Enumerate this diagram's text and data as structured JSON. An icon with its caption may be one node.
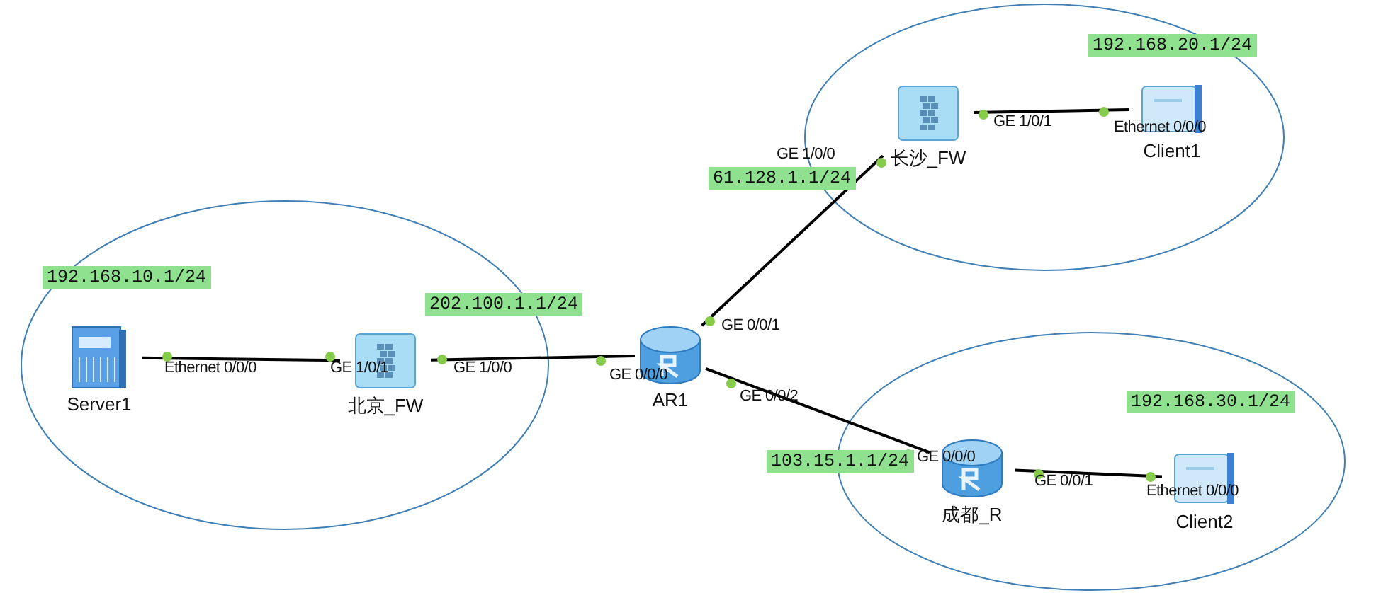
{
  "diagram": {
    "nodes": [
      {
        "text": [],
        "shape": "ellipse"
      },
      {
        "text": [
          "长沙_FW"
        ],
        "in": 0
      },
      {
        "text": [
          "Client1"
        ],
        "in": 0
      },
      {
        "text": [],
        "shape": "ellipse"
      },
      {
        "text": [
          "Server1"
        ],
        "in": 3
      },
      {
        "text": [
          "北京_FW"
        ],
        "in": 3
      },
      {
        "text": [
          "AR1"
        ]
      },
      {
        "text": [],
        "shape": "ellipse"
      },
      {
        "text": [
          "成都_R"
        ],
        "in": 7
      },
      {
        "text": [
          "Client2"
        ],
        "in": 7
      }
    ],
    "edges": [
      {
        "from": 4,
        "to": 5,
        "arrow": "none"
      },
      {
        "from": 5,
        "to": 6,
        "arrow": "none"
      },
      {
        "from": 6,
        "to": 1,
        "arrow": "none"
      },
      {
        "from": 1,
        "to": 2,
        "arrow": "none"
      },
      {
        "from": 6,
        "to": 8,
        "arrow": "none"
      },
      {
        "from": 8,
        "to": 9,
        "arrow": "none"
      }
    ],
    "labels": [
      "192.168.20.1/24",
      "GE 1/0/1",
      "Ethernet 0/0/0",
      "GE 1/0/0",
      "61.128.1.1/24",
      "192.168.10.1/24",
      "202.100.1.1/24",
      "GE 0/0/1",
      "Ethernet 0/0/0",
      "GE 1/0/1",
      "GE 1/0/0",
      "GE 0/0/0",
      "GE 0/0/2",
      "192.168.30.1/24",
      "103.15.1.1/24",
      "GE 0/0/0",
      "GE 0/0/1",
      "Ethernet 0/0/0"
    ]
  }
}
